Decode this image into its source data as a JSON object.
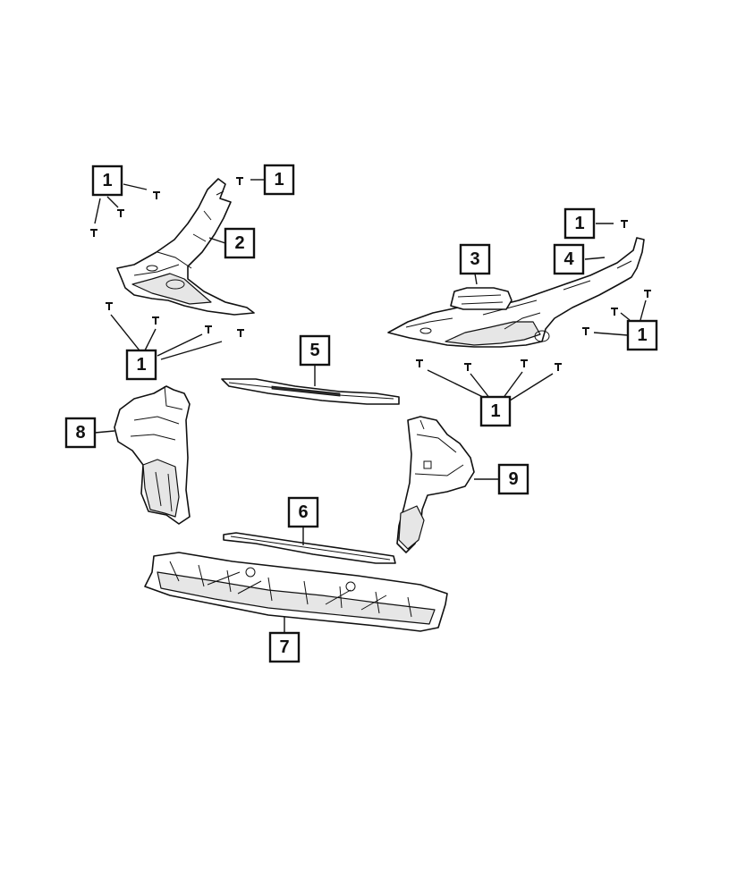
{
  "callouts": [
    {
      "id": "c1a",
      "label": "1"
    },
    {
      "id": "c1b",
      "label": "1"
    },
    {
      "id": "c2",
      "label": "2"
    },
    {
      "id": "c1c",
      "label": "1"
    },
    {
      "id": "c5",
      "label": "5"
    },
    {
      "id": "c8",
      "label": "8"
    },
    {
      "id": "c1d",
      "label": "1"
    },
    {
      "id": "c4",
      "label": "4"
    },
    {
      "id": "c3",
      "label": "3"
    },
    {
      "id": "c1e",
      "label": "1"
    },
    {
      "id": "c1f",
      "label": "1"
    },
    {
      "id": "c9",
      "label": "9"
    },
    {
      "id": "c6",
      "label": "6"
    },
    {
      "id": "c7",
      "label": "7"
    }
  ],
  "colors": {
    "line": "#111111",
    "background": "#ffffff",
    "shade": "#e6e6e6"
  }
}
